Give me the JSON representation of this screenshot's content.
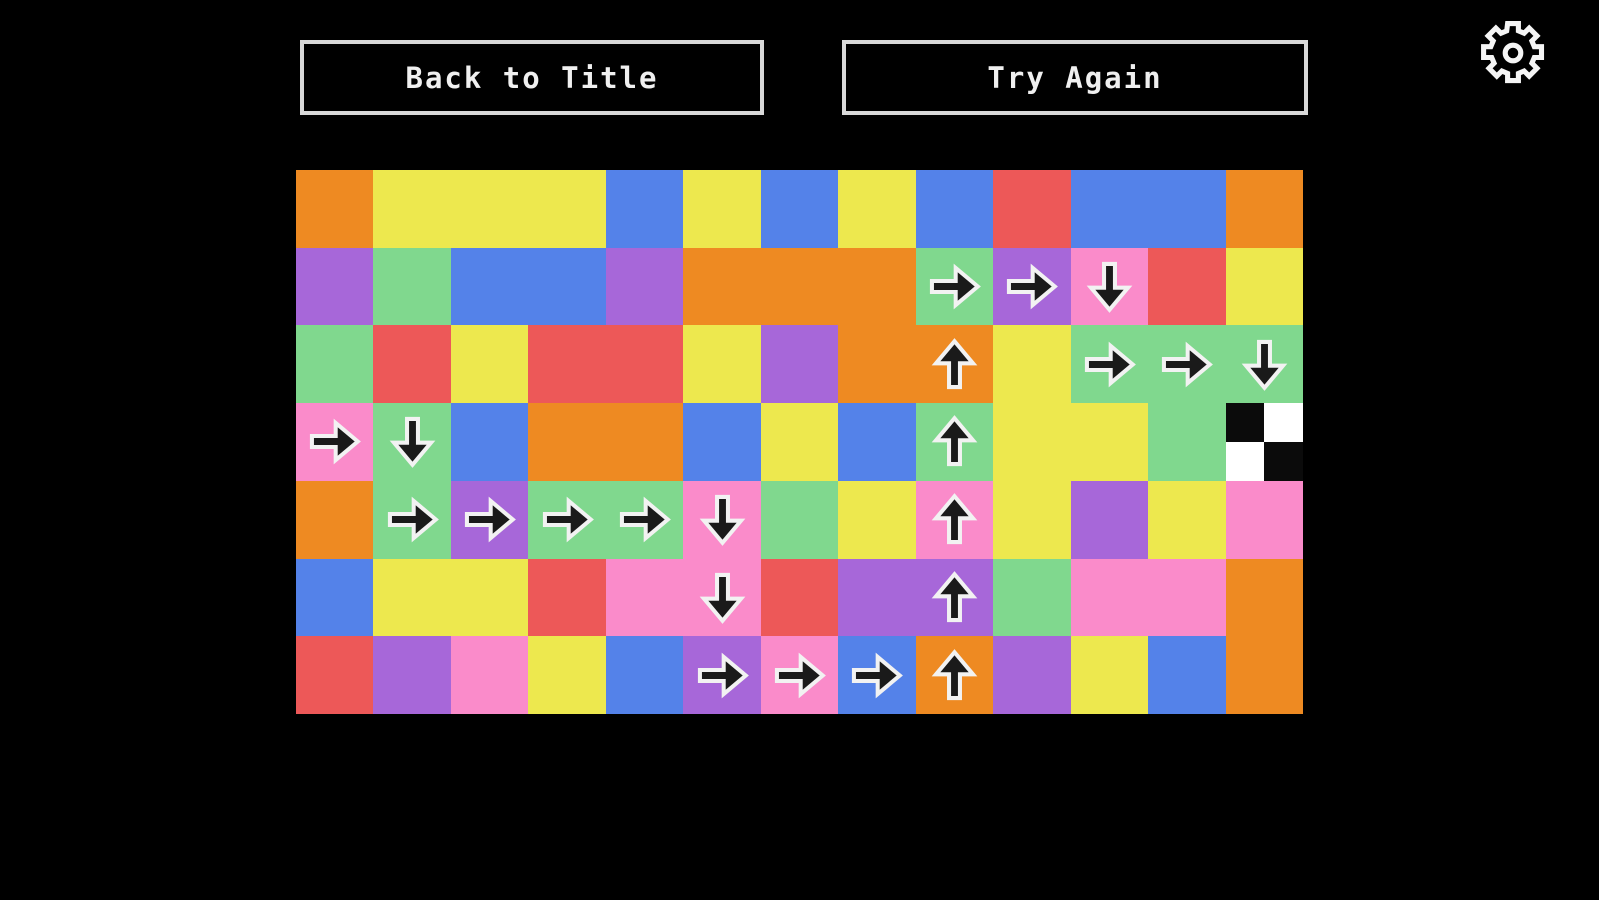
{
  "buttons": {
    "back_to_title": "Back to Title",
    "try_again": "Try Again"
  },
  "icons": {
    "settings": "gear-icon"
  },
  "colors": {
    "background": "#000000",
    "button_border": "#d9d9d9",
    "button_text": "#f0f0f0",
    "gear_stroke": "#f5f5f5",
    "arrow_fill": "#1a1a1a",
    "arrow_outline": "#f2f2f2",
    "goal_black": "#0b0b0b",
    "goal_white": "#ffffff"
  },
  "palette": {
    "O": "#ee8a22",
    "Y": "#ede84e",
    "B": "#5482e9",
    "P": "#a767d9",
    "G": "#80d88e",
    "R": "#ed5858",
    "K": "#fa8bca"
  },
  "grid": {
    "rows": 7,
    "cols": 13,
    "cells": [
      [
        "O",
        "Y",
        "Y",
        "Y",
        "B",
        "Y",
        "B",
        "Y",
        "B",
        "R",
        "B",
        "B",
        "O"
      ],
      [
        "P",
        "G",
        "B",
        "B",
        "P",
        "O",
        "O",
        "O",
        "G",
        "P",
        "K",
        "R",
        "Y"
      ],
      [
        "G",
        "R",
        "Y",
        "R",
        "R",
        "Y",
        "P",
        "O",
        "O",
        "Y",
        "G",
        "G",
        "G"
      ],
      [
        "K",
        "G",
        "B",
        "O",
        "O",
        "B",
        "Y",
        "B",
        "G",
        "Y",
        "Y",
        "G",
        "GOAL"
      ],
      [
        "O",
        "G",
        "P",
        "G",
        "G",
        "K",
        "G",
        "Y",
        "K",
        "Y",
        "P",
        "Y",
        "K"
      ],
      [
        "B",
        "Y",
        "Y",
        "R",
        "K",
        "K",
        "R",
        "P",
        "P",
        "G",
        "K",
        "K",
        "O"
      ],
      [
        "R",
        "P",
        "K",
        "Y",
        "B",
        "P",
        "K",
        "B",
        "O",
        "P",
        "Y",
        "B",
        "O"
      ]
    ],
    "arrows": [
      {
        "row": 2,
        "col": 9,
        "dir": "right"
      },
      {
        "row": 2,
        "col": 10,
        "dir": "right"
      },
      {
        "row": 2,
        "col": 11,
        "dir": "down"
      },
      {
        "row": 3,
        "col": 9,
        "dir": "up"
      },
      {
        "row": 3,
        "col": 11,
        "dir": "right"
      },
      {
        "row": 3,
        "col": 12,
        "dir": "right"
      },
      {
        "row": 3,
        "col": 13,
        "dir": "down"
      },
      {
        "row": 4,
        "col": 1,
        "dir": "right"
      },
      {
        "row": 4,
        "col": 2,
        "dir": "down"
      },
      {
        "row": 4,
        "col": 9,
        "dir": "up"
      },
      {
        "row": 5,
        "col": 2,
        "dir": "right"
      },
      {
        "row": 5,
        "col": 3,
        "dir": "right"
      },
      {
        "row": 5,
        "col": 4,
        "dir": "right"
      },
      {
        "row": 5,
        "col": 5,
        "dir": "right"
      },
      {
        "row": 5,
        "col": 6,
        "dir": "down"
      },
      {
        "row": 5,
        "col": 9,
        "dir": "up"
      },
      {
        "row": 6,
        "col": 6,
        "dir": "down"
      },
      {
        "row": 6,
        "col": 9,
        "dir": "up"
      },
      {
        "row": 7,
        "col": 6,
        "dir": "right"
      },
      {
        "row": 7,
        "col": 7,
        "dir": "right"
      },
      {
        "row": 7,
        "col": 8,
        "dir": "right"
      },
      {
        "row": 7,
        "col": 9,
        "dir": "up"
      }
    ],
    "goal": {
      "row": 4,
      "col": 13,
      "pattern": [
        "black",
        "white",
        "white",
        "black"
      ]
    }
  }
}
